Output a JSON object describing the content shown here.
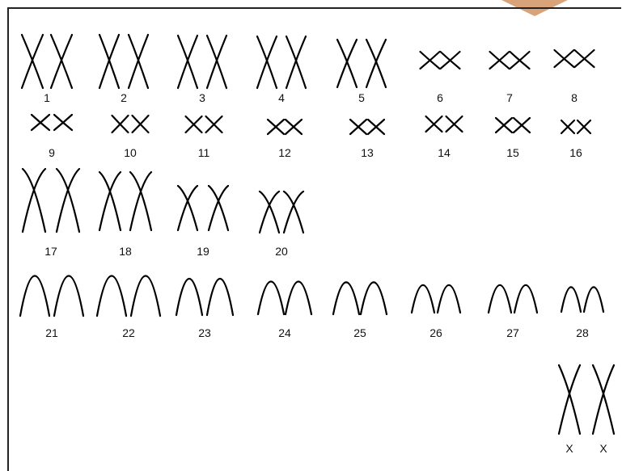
{
  "colors": {
    "background": "#ffffff",
    "frame": "#222222",
    "ink": "#000000",
    "corner_marker": "#d9a37a"
  },
  "karyotype": {
    "pairs": [
      {
        "label": "1",
        "shape": "metacentric"
      },
      {
        "label": "2",
        "shape": "metacentric"
      },
      {
        "label": "3",
        "shape": "metacentric"
      },
      {
        "label": "4",
        "shape": "metacentric"
      },
      {
        "label": "5",
        "shape": "metacentric"
      },
      {
        "label": "6",
        "shape": "metacentric"
      },
      {
        "label": "7",
        "shape": "metacentric"
      },
      {
        "label": "8",
        "shape": "metacentric"
      },
      {
        "label": "9",
        "shape": "metacentric"
      },
      {
        "label": "10",
        "shape": "metacentric"
      },
      {
        "label": "11",
        "shape": "metacentric"
      },
      {
        "label": "12",
        "shape": "metacentric"
      },
      {
        "label": "13",
        "shape": "metacentric"
      },
      {
        "label": "14",
        "shape": "metacentric"
      },
      {
        "label": "15",
        "shape": "metacentric"
      },
      {
        "label": "16",
        "shape": "metacentric"
      },
      {
        "label": "17",
        "shape": "submetacentric"
      },
      {
        "label": "18",
        "shape": "submetacentric"
      },
      {
        "label": "19",
        "shape": "submetacentric"
      },
      {
        "label": "20",
        "shape": "submetacentric"
      },
      {
        "label": "21",
        "shape": "acrocentric"
      },
      {
        "label": "22",
        "shape": "acrocentric"
      },
      {
        "label": "23",
        "shape": "acrocentric"
      },
      {
        "label": "24",
        "shape": "acrocentric"
      },
      {
        "label": "25",
        "shape": "acrocentric"
      },
      {
        "label": "26",
        "shape": "acrocentric"
      },
      {
        "label": "27",
        "shape": "acrocentric"
      },
      {
        "label": "28",
        "shape": "acrocentric"
      }
    ],
    "sex_chromosomes": [
      {
        "label": "X",
        "shape": "submetacentric"
      },
      {
        "label": "X",
        "shape": "submetacentric"
      }
    ]
  }
}
